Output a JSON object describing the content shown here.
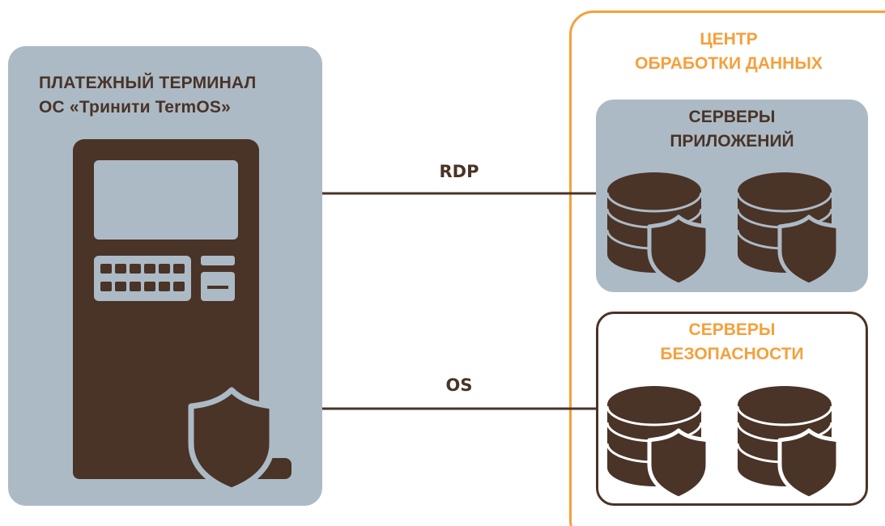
{
  "colors": {
    "panel_fill": "#acbac5",
    "dark_brown": "#4a3327",
    "orange": "#f5a03c",
    "line": "#4a3327",
    "light_text": "#ffffff"
  },
  "terminal": {
    "title_line1": "ПЛАТЕЖНЫЙ ТЕРМИНАЛ",
    "title_line2": "ОС «Тринити TermOS»",
    "icon": "atm-terminal-icon",
    "shield_icon": "shield-icon"
  },
  "data_center": {
    "title_line1": "ЦЕНТР",
    "title_line2": "ОБРАБОТКИ ДАННЫХ"
  },
  "app_servers": {
    "title_line1": "СЕРВЕРЫ",
    "title_line2": "ПРИЛОЖЕНИЙ",
    "icon": "database-shield-icon"
  },
  "security_servers": {
    "title_line1": "СЕРВЕРЫ",
    "title_line2": "БЕЗОПАСНОСТИ",
    "icon": "database-shield-icon"
  },
  "connections": {
    "top_label": "RDP",
    "bottom_label": "OS"
  }
}
